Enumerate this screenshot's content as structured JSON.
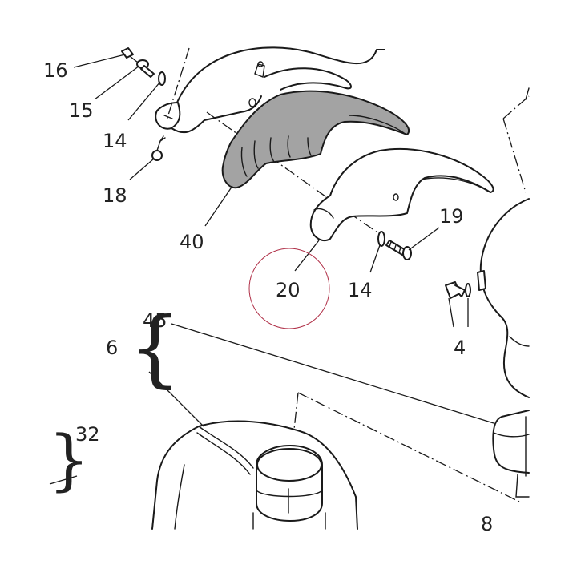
{
  "colors": {
    "line": "#1a1a1a",
    "shaded_part": "#a3a3a3",
    "highlight_circle": "#b03048"
  },
  "callouts": {
    "c16": "16",
    "c15": "15",
    "c14a": "14",
    "c18": "18",
    "c40": "40",
    "c20": "20",
    "c14b": "14",
    "c19": "19",
    "c4": "4",
    "c6": "6",
    "c45": "45",
    "c32": "32",
    "c8": "8"
  }
}
